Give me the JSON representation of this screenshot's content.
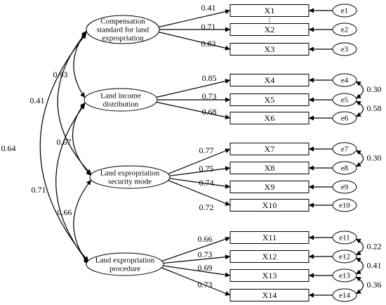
{
  "factors": [
    {
      "id": "f1",
      "lines": [
        "Compensation",
        "standard for land",
        "expropriation"
      ]
    },
    {
      "id": "f2",
      "lines": [
        "Land income",
        "distribution"
      ]
    },
    {
      "id": "f3",
      "lines": [
        "Land expropriation",
        "security mode"
      ]
    },
    {
      "id": "f4",
      "lines": [
        "Land expropriation",
        "procedure"
      ]
    }
  ],
  "indicators": [
    {
      "name": "X1",
      "factor": "f1",
      "loading": "0.41",
      "error": "e1"
    },
    {
      "name": "X2",
      "factor": "f1",
      "loading": "0.71",
      "error": "e2"
    },
    {
      "name": "X3",
      "factor": "f1",
      "loading": "0.83",
      "error": "e3"
    },
    {
      "name": "X4",
      "factor": "f2",
      "loading": "0.85",
      "error": "e4"
    },
    {
      "name": "X5",
      "factor": "f2",
      "loading": "0.73",
      "error": "e5"
    },
    {
      "name": "X6",
      "factor": "f2",
      "loading": "0.68",
      "error": "e6"
    },
    {
      "name": "X7",
      "factor": "f3",
      "loading": "0.77",
      "error": "e7"
    },
    {
      "name": "X8",
      "factor": "f3",
      "loading": "0.75",
      "error": "e8"
    },
    {
      "name": "X9",
      "factor": "f3",
      "loading": "0.74",
      "error": "e9"
    },
    {
      "name": "X10",
      "factor": "f3",
      "loading": "0.72",
      "error": "e10"
    },
    {
      "name": "X11",
      "factor": "f4",
      "loading": "0.66",
      "error": "e11"
    },
    {
      "name": "X12",
      "factor": "f4",
      "loading": "0.73",
      "error": "e12"
    },
    {
      "name": "X13",
      "factor": "f4",
      "loading": "0.69",
      "error": "e13"
    },
    {
      "name": "X14",
      "factor": "f4",
      "loading": "0.73",
      "error": "e14"
    }
  ],
  "factor_correlations": [
    {
      "a": "f1",
      "b": "f2",
      "value": "0.93"
    },
    {
      "a": "f1",
      "b": "f3",
      "value": "0.41"
    },
    {
      "a": "f1",
      "b": "f4",
      "value": "0.64"
    },
    {
      "a": "f2",
      "b": "f3",
      "value": "0.67"
    },
    {
      "a": "f2",
      "b": "f4",
      "value": "0.71"
    },
    {
      "a": "f3",
      "b": "f4",
      "value": "0.66"
    }
  ],
  "error_correlations": [
    {
      "a": "e4",
      "b": "e5",
      "value": "0.30"
    },
    {
      "a": "e5",
      "b": "e6",
      "value": "0.58"
    },
    {
      "a": "e7",
      "b": "e8",
      "value": "0.30"
    },
    {
      "a": "e11",
      "b": "e12",
      "value": "0.22"
    },
    {
      "a": "e12",
      "b": "e13",
      "value": "0.41"
    },
    {
      "a": "e13",
      "b": "e14",
      "value": "0.36"
    }
  ]
}
